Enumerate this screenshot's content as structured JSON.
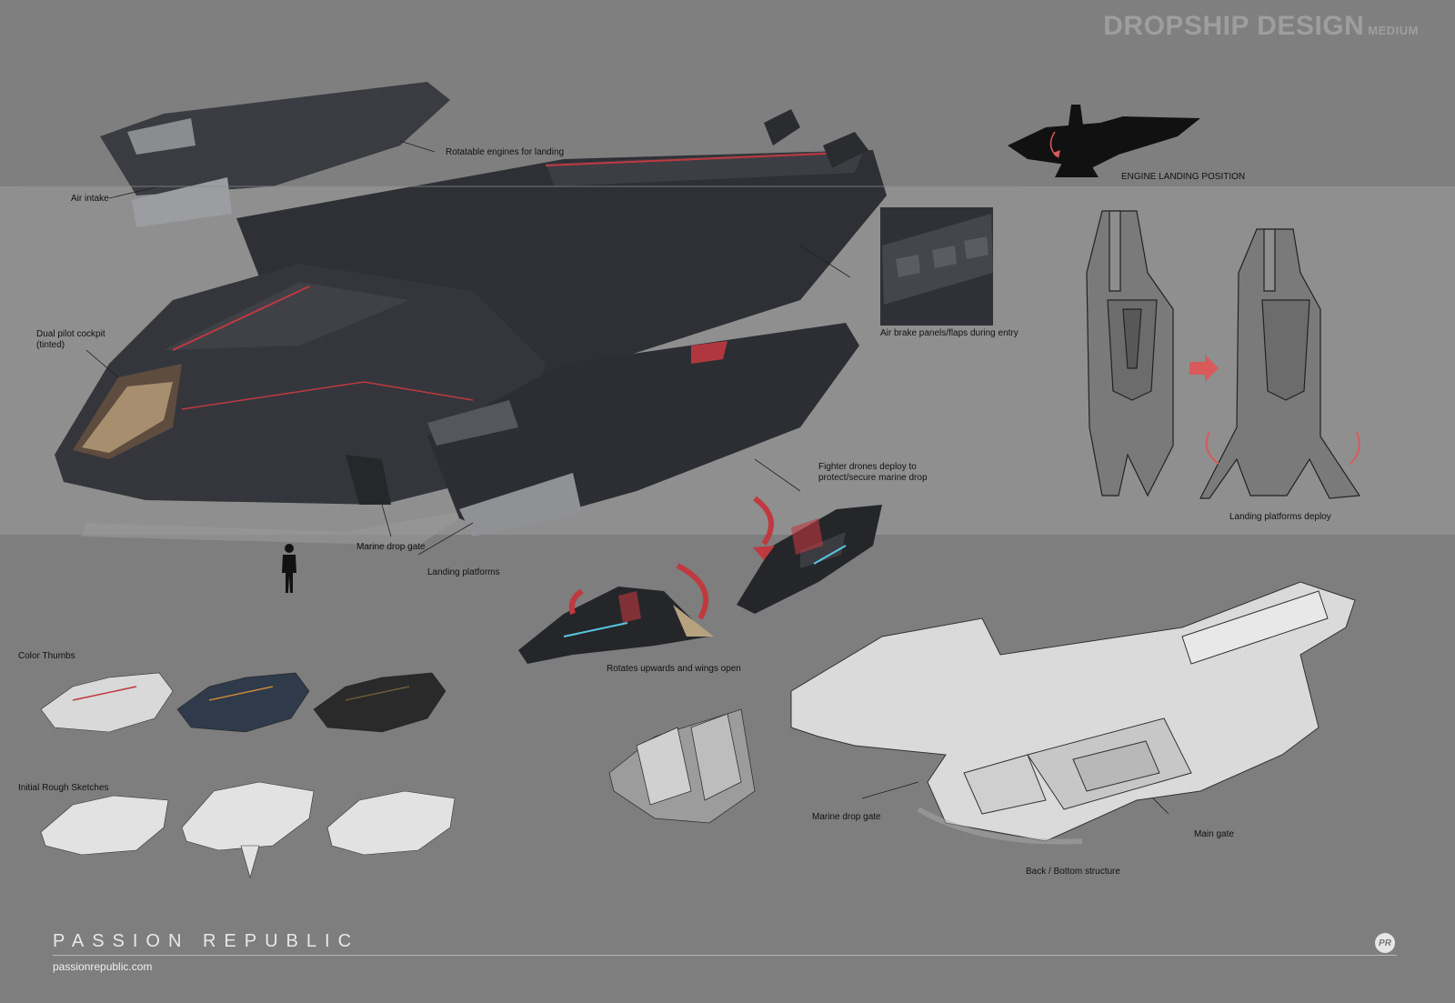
{
  "header": {
    "title": "DROPSHIP DESIGN",
    "subtitle": "MEDIUM"
  },
  "callouts": {
    "air_intake": "Air intake",
    "rotatable_engines": "Rotatable engines for landing",
    "dual_pilot_cockpit": "Dual pilot cockpit\n(tinted)",
    "air_brake": "Air brake panels/flaps during entry",
    "fighter_drones": "Fighter drones deploy to\nprotect/secure marine drop",
    "marine_drop_gate_top": "Marine drop gate",
    "landing_platforms": "Landing platforms",
    "rotates_upwards": "Rotates upwards and wings open",
    "engine_landing_position": "ENGINE LANDING POSITION",
    "landing_platforms_deploy": "Landing platforms deploy",
    "marine_drop_gate_bottom": "Marine drop gate",
    "main_gate": "Main gate",
    "back_bottom_structure": "Back / Bottom structure"
  },
  "sections": {
    "color_thumbs": "Color Thumbs",
    "initial_rough_sketches": "Initial Rough Sketches"
  },
  "footer": {
    "brand": "PASSION REPUBLIC",
    "website": "passionrepublic.com",
    "logo_text": "PR"
  },
  "colors": {
    "accent_red": "#d85a5a",
    "hull_dark": "#2c2e33",
    "sketch_light": "#e4e4e4"
  }
}
